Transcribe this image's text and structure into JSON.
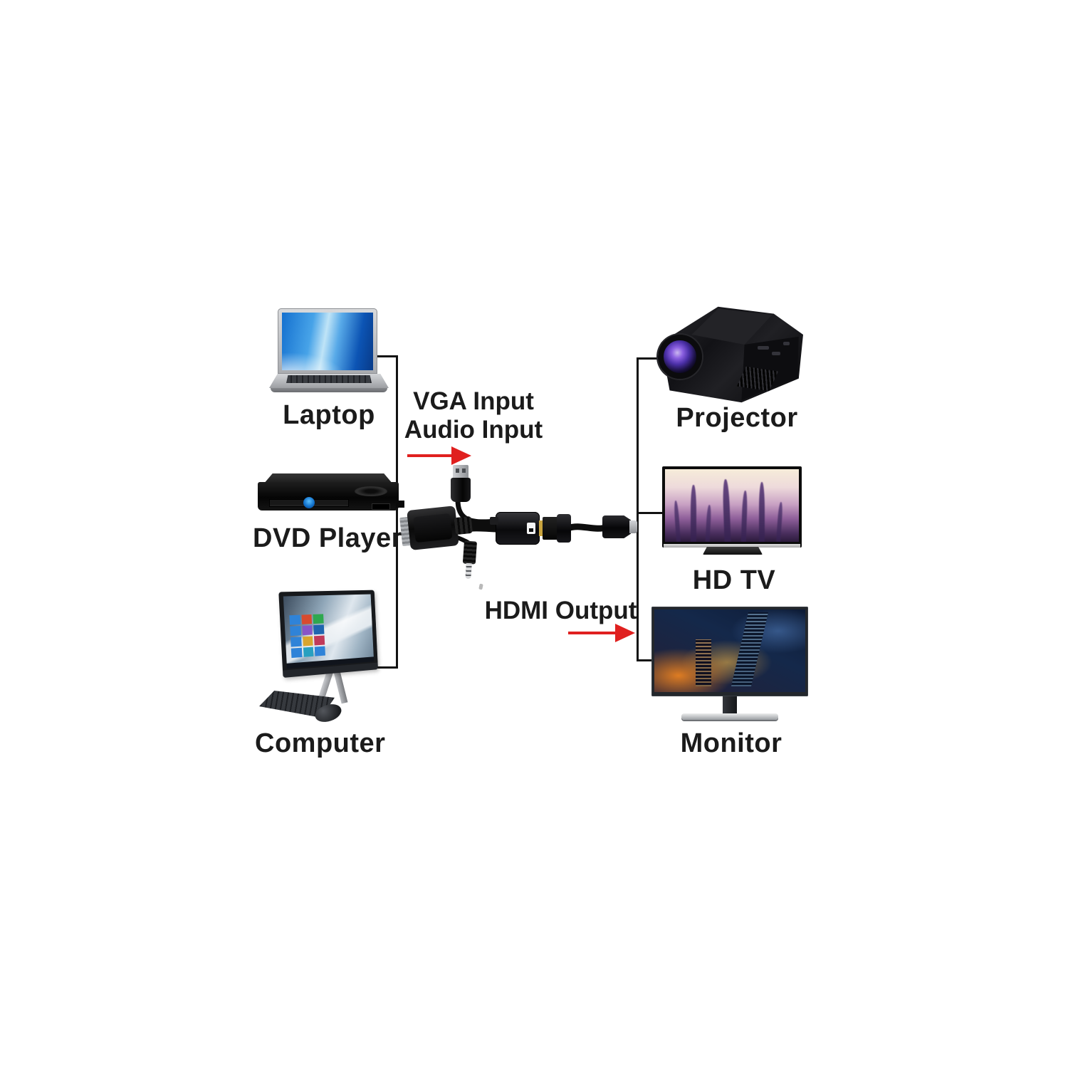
{
  "diagram": {
    "background_color": "#ffffff",
    "line_color": "#121212",
    "arrow_color": "#e0201f",
    "sources": [
      {
        "id": "laptop",
        "label": "Laptop"
      },
      {
        "id": "dvd-player",
        "label": "DVD Player"
      },
      {
        "id": "computer",
        "label": "Computer"
      }
    ],
    "outputs": [
      {
        "id": "projector",
        "label": "Projector"
      },
      {
        "id": "hdtv",
        "label": "HD TV"
      },
      {
        "id": "monitor",
        "label": "Monitor"
      }
    ],
    "adapter": {
      "input_labels": [
        "VGA Input",
        "Audio Input"
      ],
      "output_label": "HDMI Output",
      "connectors": [
        "usb-plug",
        "vga-connector",
        "audio-jack",
        "converter-box",
        "hdmi-plug",
        "hdmi-connector"
      ]
    }
  }
}
